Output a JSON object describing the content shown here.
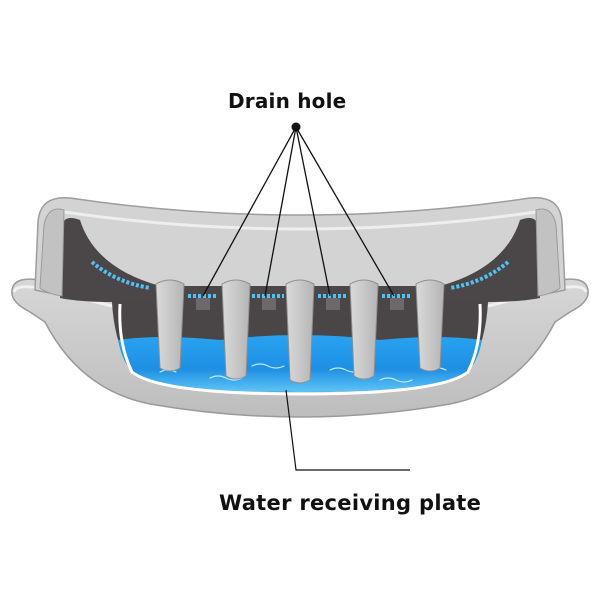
{
  "labels": {
    "drain_hole": "Drain hole",
    "water_receiving_plate": "Water receiving plate"
  },
  "colors": {
    "shell_light": "#dcdcdc",
    "shell_mid": "#c4c4c4",
    "shell_dark": "#a9a9a9",
    "inner_dark": "#4a4546",
    "water_light": "#4fc3f7",
    "water_dark": "#1e88e5",
    "leader_line": "#111111"
  },
  "diagram": {
    "drain_hole_count": 4,
    "post_count": 5
  }
}
